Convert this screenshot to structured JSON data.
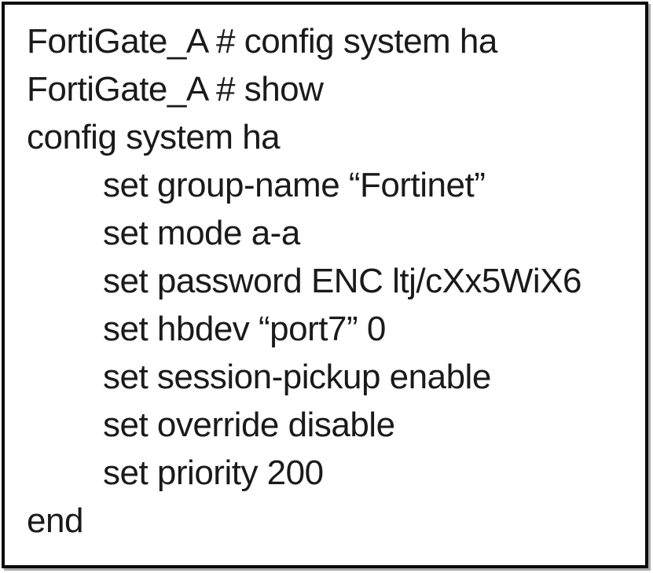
{
  "terminal": {
    "name": "fortigate-cli-output",
    "prompt_device": "FortiGate_A",
    "lines": [
      {
        "text": "FortiGate_A # config system ha",
        "indent": 0
      },
      {
        "text": "FortiGate_A # show",
        "indent": 0
      },
      {
        "text": "config system ha",
        "indent": 0
      },
      {
        "text": "set group-name “Fortinet”",
        "indent": 1
      },
      {
        "text": "set mode a-a",
        "indent": 1
      },
      {
        "text": "set password ENC ltj/cXx5WiX6",
        "indent": 1
      },
      {
        "text": "set hbdev “port7” 0",
        "indent": 1
      },
      {
        "text": "set session-pickup enable",
        "indent": 1
      },
      {
        "text": "set override disable",
        "indent": 1
      },
      {
        "text": "set priority 200",
        "indent": 1
      },
      {
        "text": "end",
        "indent": 0
      }
    ],
    "colors": {
      "text": "#1a1a1a",
      "background": "#ffffff",
      "border": "#0b0b0b",
      "shadow": "#ababab"
    }
  }
}
